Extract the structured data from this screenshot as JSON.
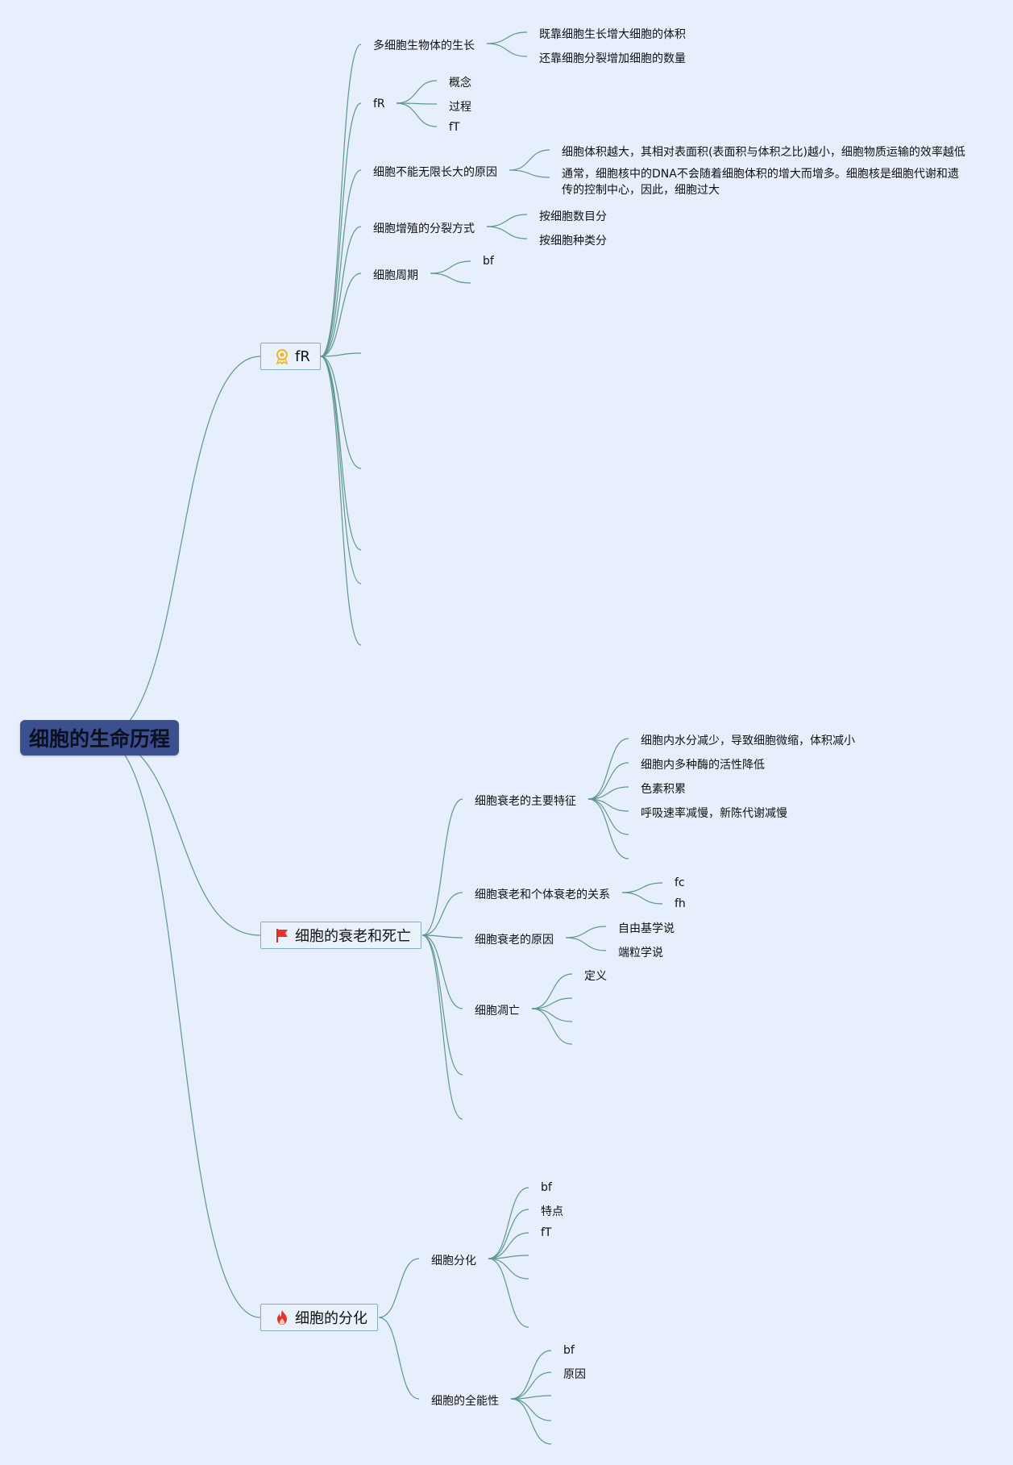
{
  "root": {
    "title": "细胞的生命历程"
  },
  "branches": [
    {
      "icon": "award-ribbon-icon",
      "label": "fR",
      "children": [
        {
          "label": "多细胞生物体的生长",
          "children": [
            "既靠细胞生长增大细胞的体积",
            "还靠细胞分裂增加细胞的数量"
          ]
        },
        {
          "label": "fR",
          "children": [
            "概念",
            "过程",
            "fT"
          ]
        },
        {
          "label": "细胞不能无限长大的原因",
          "children": [
            "细胞体积越大，其相对表面积(表面积与体积之比)越小，细胞物质运输的效率越低",
            "通常，细胞核中的DNA不会随着细胞体积的增大而增多。细胞核是细胞代谢和遗传的控制中心，因此，细胞过大"
          ]
        },
        {
          "label": "细胞增殖的分裂方式",
          "children": [
            "按细胞数目分",
            "按细胞种类分"
          ]
        },
        {
          "label": "细胞周期",
          "children": [
            "bf"
          ]
        }
      ]
    },
    {
      "icon": "red-flag-icon",
      "label": "细胞的衰老和死亡",
      "children": [
        {
          "label": "细胞衰老的主要特征",
          "children": [
            "细胞内水分减少，导致细胞微缩，体积减小",
            "细胞内多种酶的活性降低",
            "色素积累",
            "呼吸速率减慢，新陈代谢减慢"
          ]
        },
        {
          "label": "细胞衰老和个体衰老的关系",
          "children": [
            "fc",
            "fh"
          ]
        },
        {
          "label": "细胞衰老的原因",
          "children": [
            "自由基学说",
            "端粒学说"
          ]
        },
        {
          "label": "细胞凋亡",
          "children": [
            "定义"
          ]
        }
      ]
    },
    {
      "icon": "fire-icon",
      "label": "细胞的分化",
      "children": [
        {
          "label": "细胞分化",
          "children": [
            "bf",
            "特点",
            "fT"
          ]
        },
        {
          "label": "细胞的全能性",
          "children": [
            "bf",
            "原因"
          ]
        }
      ]
    }
  ],
  "colors": {
    "background": "#e6effb",
    "root": "#3c4f8f",
    "edge": "#5f9690",
    "node_border": "#84aec1"
  }
}
